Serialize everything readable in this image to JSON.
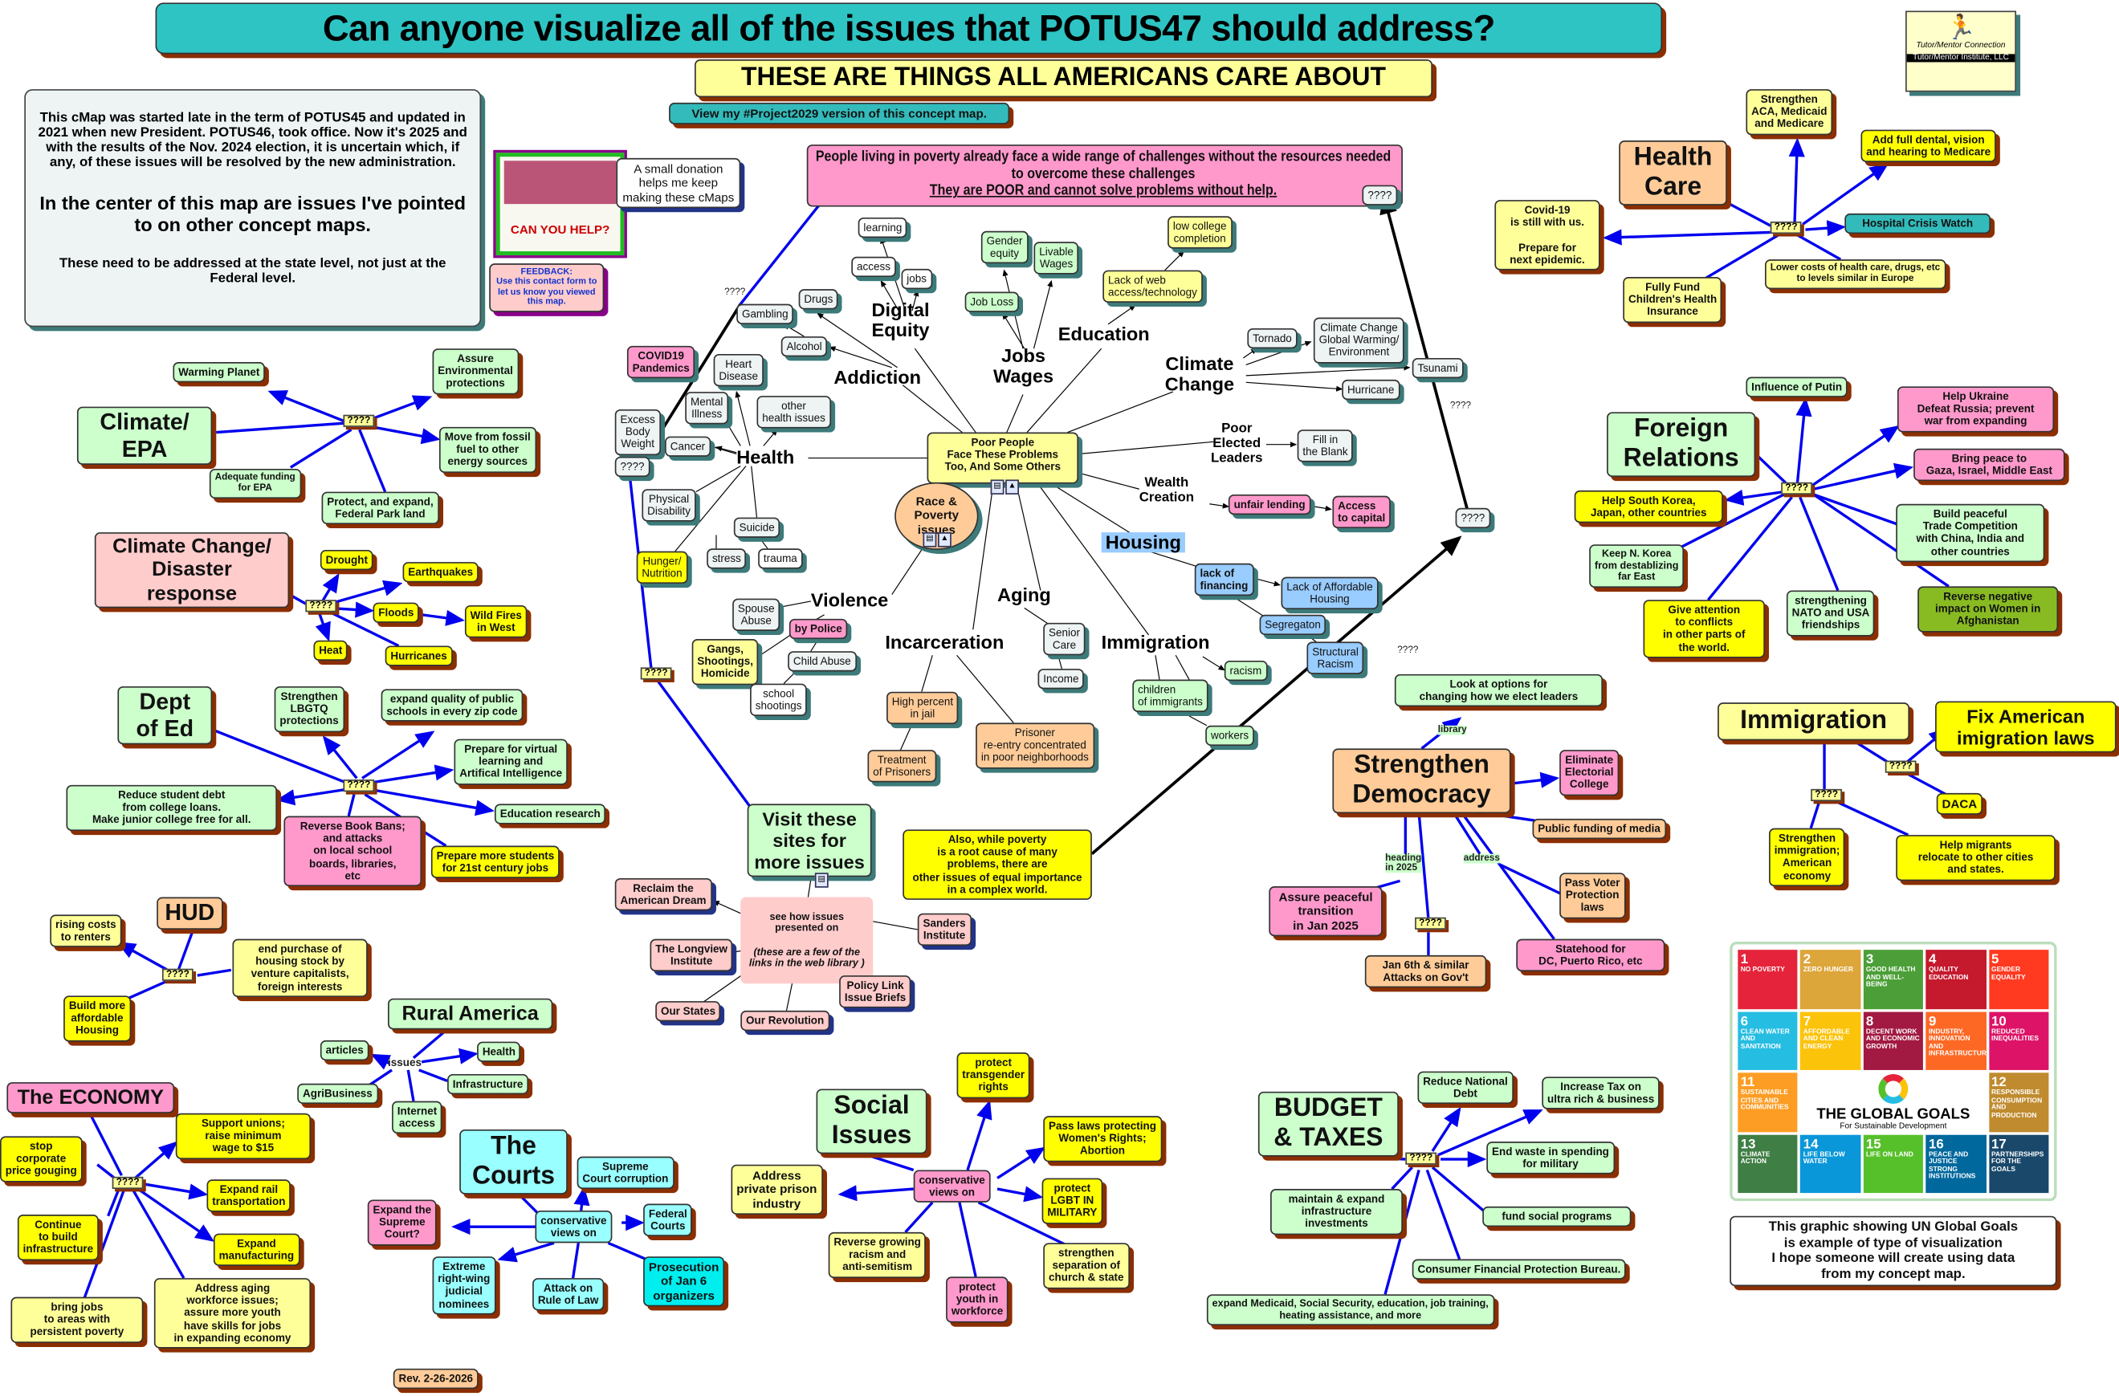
{
  "header": {
    "title": "Can anyone visualize all of the issues that POTUS47 should address?",
    "subtitle": "THESE ARE THINGS ALL AMERICANS CARE ABOUT"
  },
  "logo": {
    "line1": "Tutor/Mentor Connection",
    "line2": "Tutor/Mentor Institute, LLC"
  },
  "intro": {
    "p1": "This cMap was started late in the term of POTUS45 and updated in 2021 when new President. POTUS46, took office. Now it's 2025 and with the results of the Nov. 2024 election, it is uncertain which, if any, of these issues will be resolved by the new administration.",
    "p2": "In the center of this map are issues I've pointed to on other concept maps.",
    "p3": "These need to be addressed at the state level, not just at the Federal level."
  },
  "links": {
    "project2029": "View my #Project2029 version of this concept map.",
    "donation": "A small donation helps me keep making these cMaps",
    "donation_img": "CAN YOU HELP?",
    "feedback": "FEEDBACK:\nUse this contact form to let us know you viewed this map.",
    "rev": "Rev. 2-26-2026"
  },
  "poverty": {
    "l1": "People living in poverty already face a wide range of challenges without the resources needed to overcome these challenges",
    "l2": "They are POOR and cannot solve problems without help."
  },
  "q": "????",
  "nodes": {
    "learning": "learning",
    "access": "access",
    "jobs": "jobs",
    "digital": "Digital\nEquity",
    "drugs": "Drugs",
    "gambling": "Gambling",
    "alcohol": "Alcohol",
    "addiction": "Addiction",
    "heart": "Heart\nDisease",
    "covid": "COVID19\nPandemics",
    "mental": "Mental\nIllness",
    "otherhealth": "other\nhealth issues",
    "excess": "Excess\nBody\nWeight",
    "cancer": "Cancer",
    "health": "Health",
    "physical": "Physical\nDisability",
    "suicide": "Suicide",
    "stress": "stress",
    "trauma": "trauma",
    "hunger": "Hunger/\nNutrition",
    "jobloss": "Job Loss",
    "gender": "Gender\nequity",
    "livable": "Livable\nWages",
    "jobswages": "Jobs\nWages",
    "lowcollege": "low college\ncompletion",
    "webaccess": "Lack of web\naccess/technology",
    "education": "Education",
    "tornado": "Tornado",
    "ccgw": "Climate Change\nGlobal Warming/\nEnvironment",
    "tsunami": "Tsunami",
    "climate": "Climate\nChange",
    "hurricane": "Hurricane",
    "poorleaders": "Poor\nElected\nLeaders",
    "fillin": "Fill in\nthe Blank",
    "center": "Poor People\nFace These Problems\nToo, And Some Others",
    "race": "Race &\nPoverty\nissues",
    "wealth": "Wealth\nCreation",
    "unfair": "unfair lending",
    "capital": "Access\nto capital",
    "housing": "Housing",
    "lackfin": "lack of\nfinancing",
    "affordable": "Lack of Affordable\nHousing",
    "segregaton": "Segregaton",
    "structural": "Structural\nRacism",
    "violence": "Violence",
    "spouse": "Spouse\nAbuse",
    "police": "by Police",
    "gangs": "Gangs,\nShootings,\nHomicide",
    "child": "Child Abuse",
    "school": "school\nshootings",
    "aging": "Aging",
    "senior": "Senior\nCare",
    "income": "Income",
    "incarceration": "Incarceration",
    "highjail": "High percent\nin jail",
    "treatment": "Treatment\nof Prisoners",
    "reentry": "Prisoner\nre-entry concentrated\nin poor neighborhoods",
    "immigration_c": "Immigration",
    "racism": "racism",
    "childimm": "children\nof immigrants",
    "workers": "workers",
    "visit": "Visit these\nsites for\nmore issues",
    "seehow": "see how issues\npresented on",
    "seehow2": "(these are a few of the links in the web library )",
    "reclaim": "Reclaim the\nAmerican Dream",
    "longview": "The Longview\nInstitute",
    "ourstates": "Our States",
    "ourrev": "Our Revolution",
    "policylink": "Policy Link\nIssue Briefs",
    "sanders": "Sanders\nInstitute",
    "also": "Also, while poverty\nis a root cause of many\nproblems, there are\nother issues of equal importance\nin a complex world.",
    "climateepa": "Climate/\nEPA",
    "warming": "Warming Planet",
    "assureenv": "Assure\nEnvironmental\nprotections",
    "fossil": "Move from fossil\nfuel to other\nenergy sources",
    "adequate": "Adequate funding\nfor EPA",
    "parkland": "Protect, and expand,\nFederal Park land",
    "disaster": "Climate Change/\nDisaster\nresponse",
    "drought": "Drought",
    "earthquakes": "Earthquakes",
    "floods": "Floods",
    "wildfires": "Wild Fires\nin West",
    "heat": "Heat",
    "hurricanes": "Hurricanes",
    "depted": "Dept\nof Ed",
    "lbgtq": "Strengthen\nLBGTQ\nprotections",
    "expandquality": "expand quality of public\nschools in every zip code",
    "virtual": "Prepare for  virtual\nlearning and\nArtifical Intelligence",
    "studentdebt": "Reduce student debt\nfrom college loans.\nMake junior college free for all.",
    "edresearch": "Education research",
    "bookbans": "Reverse Book Bans;\nand attacks\non local school\nboards, libraries,\netc",
    "preparemore": "Prepare more students\nfor 21st century jobs",
    "hud": "HUD",
    "rising": "rising costs\nto renters",
    "endpurchase": "end purchase of\nhousing stock by\nventure capitalists,\nforeign interests",
    "buildmore": "Build more\naffordable\nHousing",
    "rural": "Rural America",
    "articles": "articles",
    "issues": "issues",
    "rhealth": "Health",
    "agri": "AgriBusiness",
    "infra": "Infrastructure",
    "internet": "Internet\naccess",
    "economy": "The ECONOMY",
    "unions": "Support unions;\nraise minimum\nwage to $15",
    "gouging": "stop\ncorporate\nprice gouging",
    "rail": "Expand rail\ntransportation",
    "contin": "Continue\nto build\ninfrastructure",
    "manuf": "Expand\nmanufacturing",
    "agingwf": "Address aging\nworkforce issues;\nassure more youth\nhave skills for jobs\nin expanding economy",
    "bringjobs": "bring jobs\nto areas with\npersistent poverty",
    "courts": "The\nCourts",
    "scc": "Supreme\nCourt corruption",
    "cons1": "conservative\nviews on",
    "expandsc": "Expand the\nSupreme\nCourt?",
    "federal": "Federal\nCourts",
    "extreme": "Extreme\nright-wing\njudicial\nnominees",
    "ruleoflaw": "Attack on\nRule of Law",
    "jan6pros": "Prosecution\nof Jan 6\norganizers",
    "social": "Social\nIssues",
    "transgender": "protect\ntransgender\nrights",
    "women": "Pass laws protecting\nWomen's Rights;\nAbortion",
    "prison": "Address\nprivate prison\nindustry",
    "cons2": "conservative\nviews on",
    "lgbtmil": "protect\nLGBT IN\nMILITARY",
    "racismrev": "Reverse growing\nracism and\nanti-semitism",
    "separation": "strengthen\nseparation of\nchurch & state",
    "youth": "protect\nyouth in\nworkforce",
    "budget": "BUDGET\n& TAXES",
    "debt": "Reduce National\nDebt",
    "taxrich": "Increase Tax on\nultra rich & business",
    "waste": "End waste in spending\nfor military",
    "maintain": "maintain & expand\ninfrastructure\ninvestments",
    "fundsocial": "fund social programs",
    "cfpb": "Consumer Financial Protection Bureau.",
    "medicaid": "expand Medicaid, Social Security, education, job training,\nheating assistance, and more",
    "healthcare": "Health\nCare",
    "aca": "Strengthen\nACA, Medicaid\nand Medicare",
    "dental": "Add full dental, vision\nand hearing to Medicare",
    "covid19": "Covid-19\nis still with us.\n\nPrepare for\nnext epidemic.",
    "hospital": "Hospital Crisis Watch",
    "chip": "Fully Fund\nChildren's Health\nInsurance",
    "lowercost": "Lower costs of health care, drugs, etc\nto levels similar in Europe",
    "foreign": "Foreign\nRelations",
    "putin": "Influence of Putin",
    "ukraine": "Help Ukraine\nDefeat Russia; prevent\nwar from expanding",
    "gaza": "Bring peace to\nGaza, Israel, Middle East",
    "korea": "Help South Korea,\nJapan, other countries",
    "trade": "Build peaceful\nTrade Competition\nwith China, India and\nother countries",
    "nkorea": "Keep N. Korea\nfrom destablizing\nfar East",
    "conflicts": "Give attention\nto conflicts\nin other parts of\nthe world.",
    "nato": "strengthening\nNATO and USA\nfriendships",
    "afghan": "Reverse negative\nimpact on Women in\nAfghanistan",
    "democracy": "Strengthen\nDemocracy",
    "lookopt": "Look at options for\nchanging how we elect leaders",
    "library": "library",
    "electoral": "Eliminate\nElectorial\nCollege",
    "media": "Public funding of media",
    "heading": "heading\nin 2025",
    "address": "address",
    "peaceful": "Assure peaceful\ntransition\nin Jan 2025",
    "voter": "Pass Voter\nProtection\nlaws",
    "statehood": "Statehood for\nDC, Puerto Rico, etc",
    "jan6": "Jan 6th & similar\nAttacks on Gov't",
    "immigration": "Immigration",
    "fiximm": "Fix American\nimigration laws",
    "daca": "DACA",
    "strengthimm": "Strengthen\nimmigration;\nAmerican\neconomy",
    "migrants": "Help migrants\nrelocate to other cities\nand states.",
    "un": "This graphic showing UN Global Goals\nis example of type of visualization\nI hope someone will create using data\nfrom my concept map."
  },
  "sdg": {
    "title": "THE GLOBAL GOALS",
    "subtitle": "For Sustainable Development",
    "goals": [
      {
        "n": "1",
        "t": "NO POVERTY",
        "c": "#e5243b"
      },
      {
        "n": "2",
        "t": "ZERO HUNGER",
        "c": "#dda63a"
      },
      {
        "n": "3",
        "t": "GOOD HEALTH AND WELL-BEING",
        "c": "#4c9f38"
      },
      {
        "n": "4",
        "t": "QUALITY EDUCATION",
        "c": "#c5192d"
      },
      {
        "n": "5",
        "t": "GENDER EQUALITY",
        "c": "#ff3a21"
      },
      {
        "n": "6",
        "t": "CLEAN WATER AND SANITATION",
        "c": "#26bde2"
      },
      {
        "n": "7",
        "t": "AFFORDABLE AND CLEAN ENERGY",
        "c": "#fcc30b"
      },
      {
        "n": "8",
        "t": "DECENT WORK AND ECONOMIC GROWTH",
        "c": "#a21942"
      },
      {
        "n": "9",
        "t": "INDUSTRY, INNOVATION AND INFRASTRUCTURE",
        "c": "#fd6925"
      },
      {
        "n": "10",
        "t": "REDUCED INEQUALITIES",
        "c": "#dd1367"
      },
      {
        "n": "11",
        "t": "SUSTAINABLE CITIES AND COMMUNITIES",
        "c": "#fd9d24"
      },
      {
        "n": "12",
        "t": "RESPONSIBLE CONSUMPTION AND PRODUCTION",
        "c": "#bf8b2e"
      },
      {
        "n": "13",
        "t": "CLIMATE ACTION",
        "c": "#3f7e44"
      },
      {
        "n": "14",
        "t": "LIFE BELOW WATER",
        "c": "#0a97d9"
      },
      {
        "n": "15",
        "t": "LIFE ON LAND",
        "c": "#56c02b"
      },
      {
        "n": "16",
        "t": "PEACE AND JUSTICE STRONG INSTITUTIONS",
        "c": "#00689d"
      },
      {
        "n": "17",
        "t": "PARTNERSHIPS FOR THE GOALS",
        "c": "#19486a"
      }
    ]
  }
}
